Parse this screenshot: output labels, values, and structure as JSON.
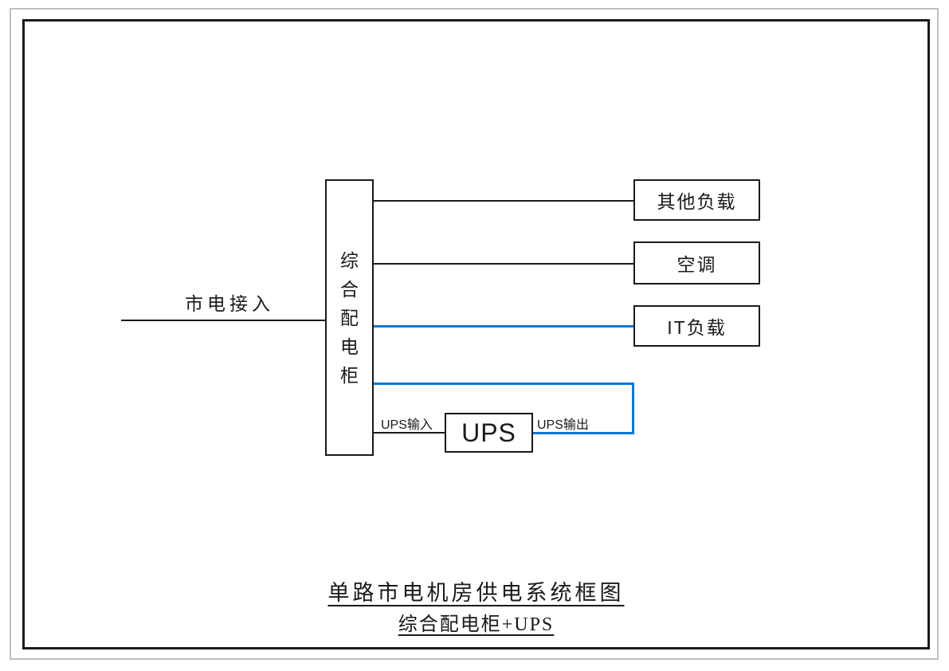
{
  "diagram": {
    "mains": {
      "label": "市电接入"
    },
    "cabinet": {
      "label": "综合配电柜"
    },
    "loads": [
      {
        "label": "其他负载",
        "line_color": "#1a1a1a"
      },
      {
        "label": "空调",
        "line_color": "#1a1a1a"
      },
      {
        "label": "IT负载",
        "line_color": "#0d78d2"
      }
    ],
    "ups": {
      "label": "UPS",
      "input_label": "UPS输入",
      "output_label": "UPS输出"
    },
    "title": {
      "line1": "单路市电机房供电系统框图",
      "line2": "综合配电柜+UPS"
    },
    "colors": {
      "line_black": "#1a1a1a",
      "line_blue": "#0d78d2",
      "frame_gray": "#bfbfbf",
      "frame_black": "#1a1a1a",
      "background": "#ffffff"
    }
  }
}
